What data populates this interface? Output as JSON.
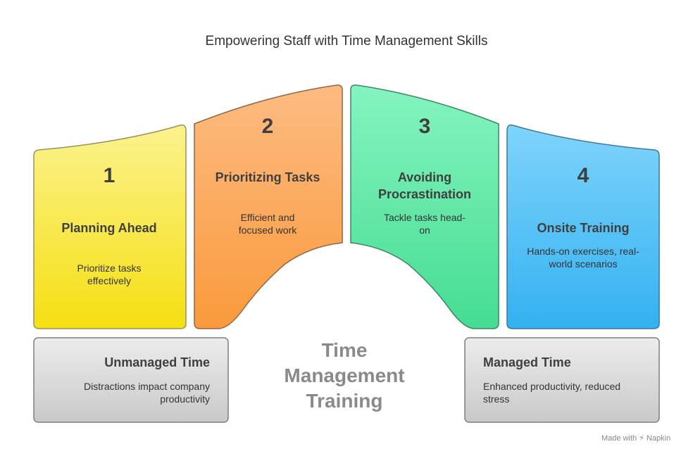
{
  "title": "Empowering Staff with Time Management Skills",
  "center_label": "Time Management Training",
  "steps": [
    {
      "number": "1",
      "heading": "Planning Ahead",
      "description": "Prioritize tasks effectively"
    },
    {
      "number": "2",
      "heading": "Prioritizing Tasks",
      "description": "Efficient and focused work"
    },
    {
      "number": "3",
      "heading": "Avoiding Procrastination",
      "description": "Tackle tasks head-on"
    },
    {
      "number": "4",
      "heading": "Onsite Training",
      "description": "Hands-on exercises, real-world scenarios"
    }
  ],
  "left_box": {
    "heading": "Unmanaged Time",
    "description": "Distractions impact company productivity"
  },
  "right_box": {
    "heading": "Managed Time",
    "description": "Enhanced productivity, reduced stress"
  },
  "footer": "Made with ⚡ Napkin",
  "colors": {
    "step1": [
      "#fbf28e",
      "#f6df12"
    ],
    "step2": [
      "#fdbb82",
      "#f99a3c"
    ],
    "step3": [
      "#85f4c0",
      "#45dc92"
    ],
    "step4": [
      "#7fd4fb",
      "#33b1f1"
    ],
    "box": [
      "#ececec",
      "#c9c9c9"
    ]
  }
}
